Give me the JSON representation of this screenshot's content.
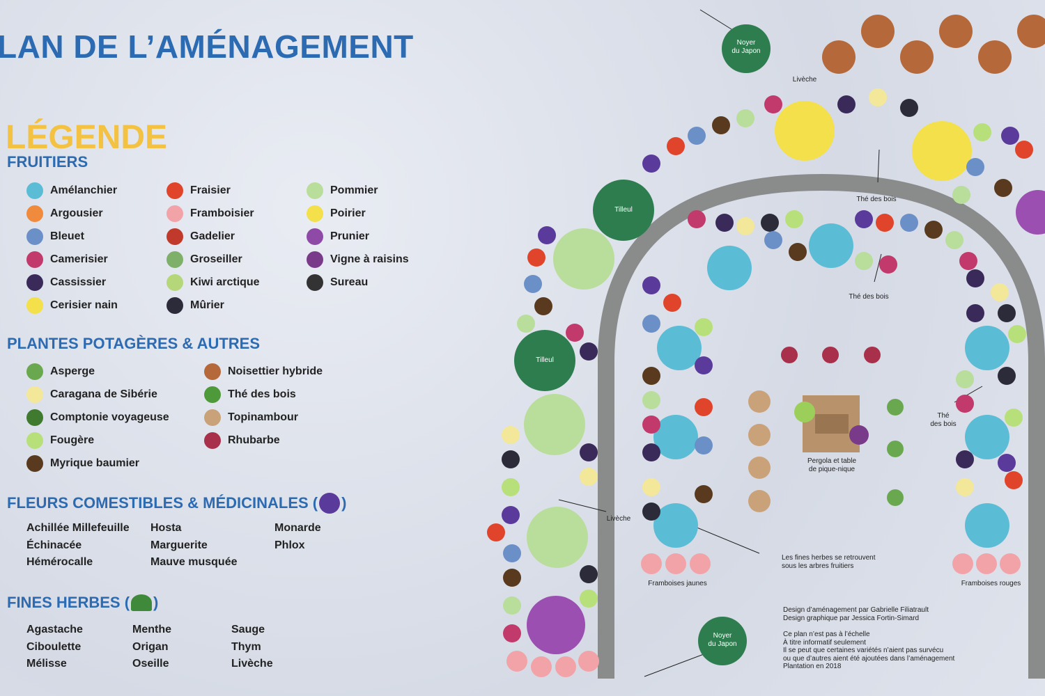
{
  "title": "LAN DE L’AMÉNAGEMENT",
  "legend_title": "LÉGENDE",
  "fruitiers": {
    "heading": "FRUITIERS",
    "items": [
      {
        "label": "Amélanchier",
        "color": "#5bbcd6"
      },
      {
        "label": "Argousier",
        "color": "#f08a3c"
      },
      {
        "label": "Bleuet",
        "color": "#6b8fc7"
      },
      {
        "label": "Camerisier",
        "color": "#c23a6b"
      },
      {
        "label": "Cassissier",
        "color": "#3a2a5a"
      },
      {
        "label": "Cerisier nain",
        "color": "#f3e04a"
      },
      {
        "label": "Fraisier",
        "color": "#e0452c"
      },
      {
        "label": "Framboisier",
        "color": "#f2a3a8"
      },
      {
        "label": "Gadelier",
        "color": "#c0392b"
      },
      {
        "label": "Groseiller",
        "color": "#7fb069"
      },
      {
        "label": "Kiwi arctique",
        "color": "#b5d77a"
      },
      {
        "label": "Mûrier",
        "color": "#2b2b3a"
      },
      {
        "label": "Pommier",
        "color": "#b9dd9a"
      },
      {
        "label": "Poirier",
        "color": "#f3e04a"
      },
      {
        "label": "Prunier",
        "color": "#8e4aa6"
      },
      {
        "label": "Vigne à raisins",
        "color": "#7a3a8a"
      },
      {
        "label": "Sureau",
        "color": "#333333"
      }
    ]
  },
  "potageres": {
    "heading": "PLANTES POTAGÈRES & AUTRES",
    "items": [
      {
        "label": "Asperge",
        "color": "#6aa84f"
      },
      {
        "label": "Caragana de Sibérie",
        "color": "#f3e79a"
      },
      {
        "label": "Comptonie voyageuse",
        "color": "#3f7a2e"
      },
      {
        "label": "Fougère",
        "color": "#b8e07a"
      },
      {
        "label": "Myrique baumier",
        "color": "#5a3a1e"
      },
      {
        "label": "Noisettier hybride",
        "color": "#b5683a"
      },
      {
        "label": "Thé des bois",
        "color": "#4e9a3a"
      },
      {
        "label": "Topinambour",
        "color": "#c9a27a"
      },
      {
        "label": "Rhubarbe",
        "color": "#a8304a"
      }
    ]
  },
  "fleurs": {
    "heading": "FLEURS COMESTIBLES & MÉDICINALES (",
    "heading_end": ")",
    "cols": [
      [
        "Achillée Millefeuille",
        "Échinacée",
        "Hémérocalle"
      ],
      [
        "Hosta",
        "Marguerite",
        "Mauve musquée"
      ],
      [
        "Monarde",
        "Phlox"
      ]
    ]
  },
  "herbes": {
    "heading": "FINES HERBES (",
    "heading_end": ")",
    "cols": [
      [
        "Agastache",
        "Ciboulette",
        "Mélisse"
      ],
      [
        "Menthe",
        "Origan",
        "Oseille"
      ],
      [
        "Sauge",
        "Thym",
        "Livèche"
      ]
    ]
  },
  "plan": {
    "noyer": "Noyer\ndu Japon",
    "tilleul": "Tilleul",
    "liveche": "Livèche",
    "the_des_bois": "Thé des bois",
    "the_des_bois_split": "Thé\ndes bois",
    "pergola": "Pergola et table\nde pique-nique",
    "herbes_note": "Les fines herbes se retrouvent\nsous les arbres fruitiers",
    "framboises_jaunes": "Framboises jaunes",
    "framboises_rouges": "Framboises rouges",
    "credits": "Design d’aménagement par Gabrielle Filiatrault\nDesign graphique par Jessica Fortin-Simard",
    "disclaimer": "Ce plan n’est pas à l’échelle\nÀ titre informatif seulement\nIl se peut que certaines variétés n’aient pas survécu\nou que d’autres aient été ajoutées dans l’aménagement\nPlantation en 2018"
  }
}
